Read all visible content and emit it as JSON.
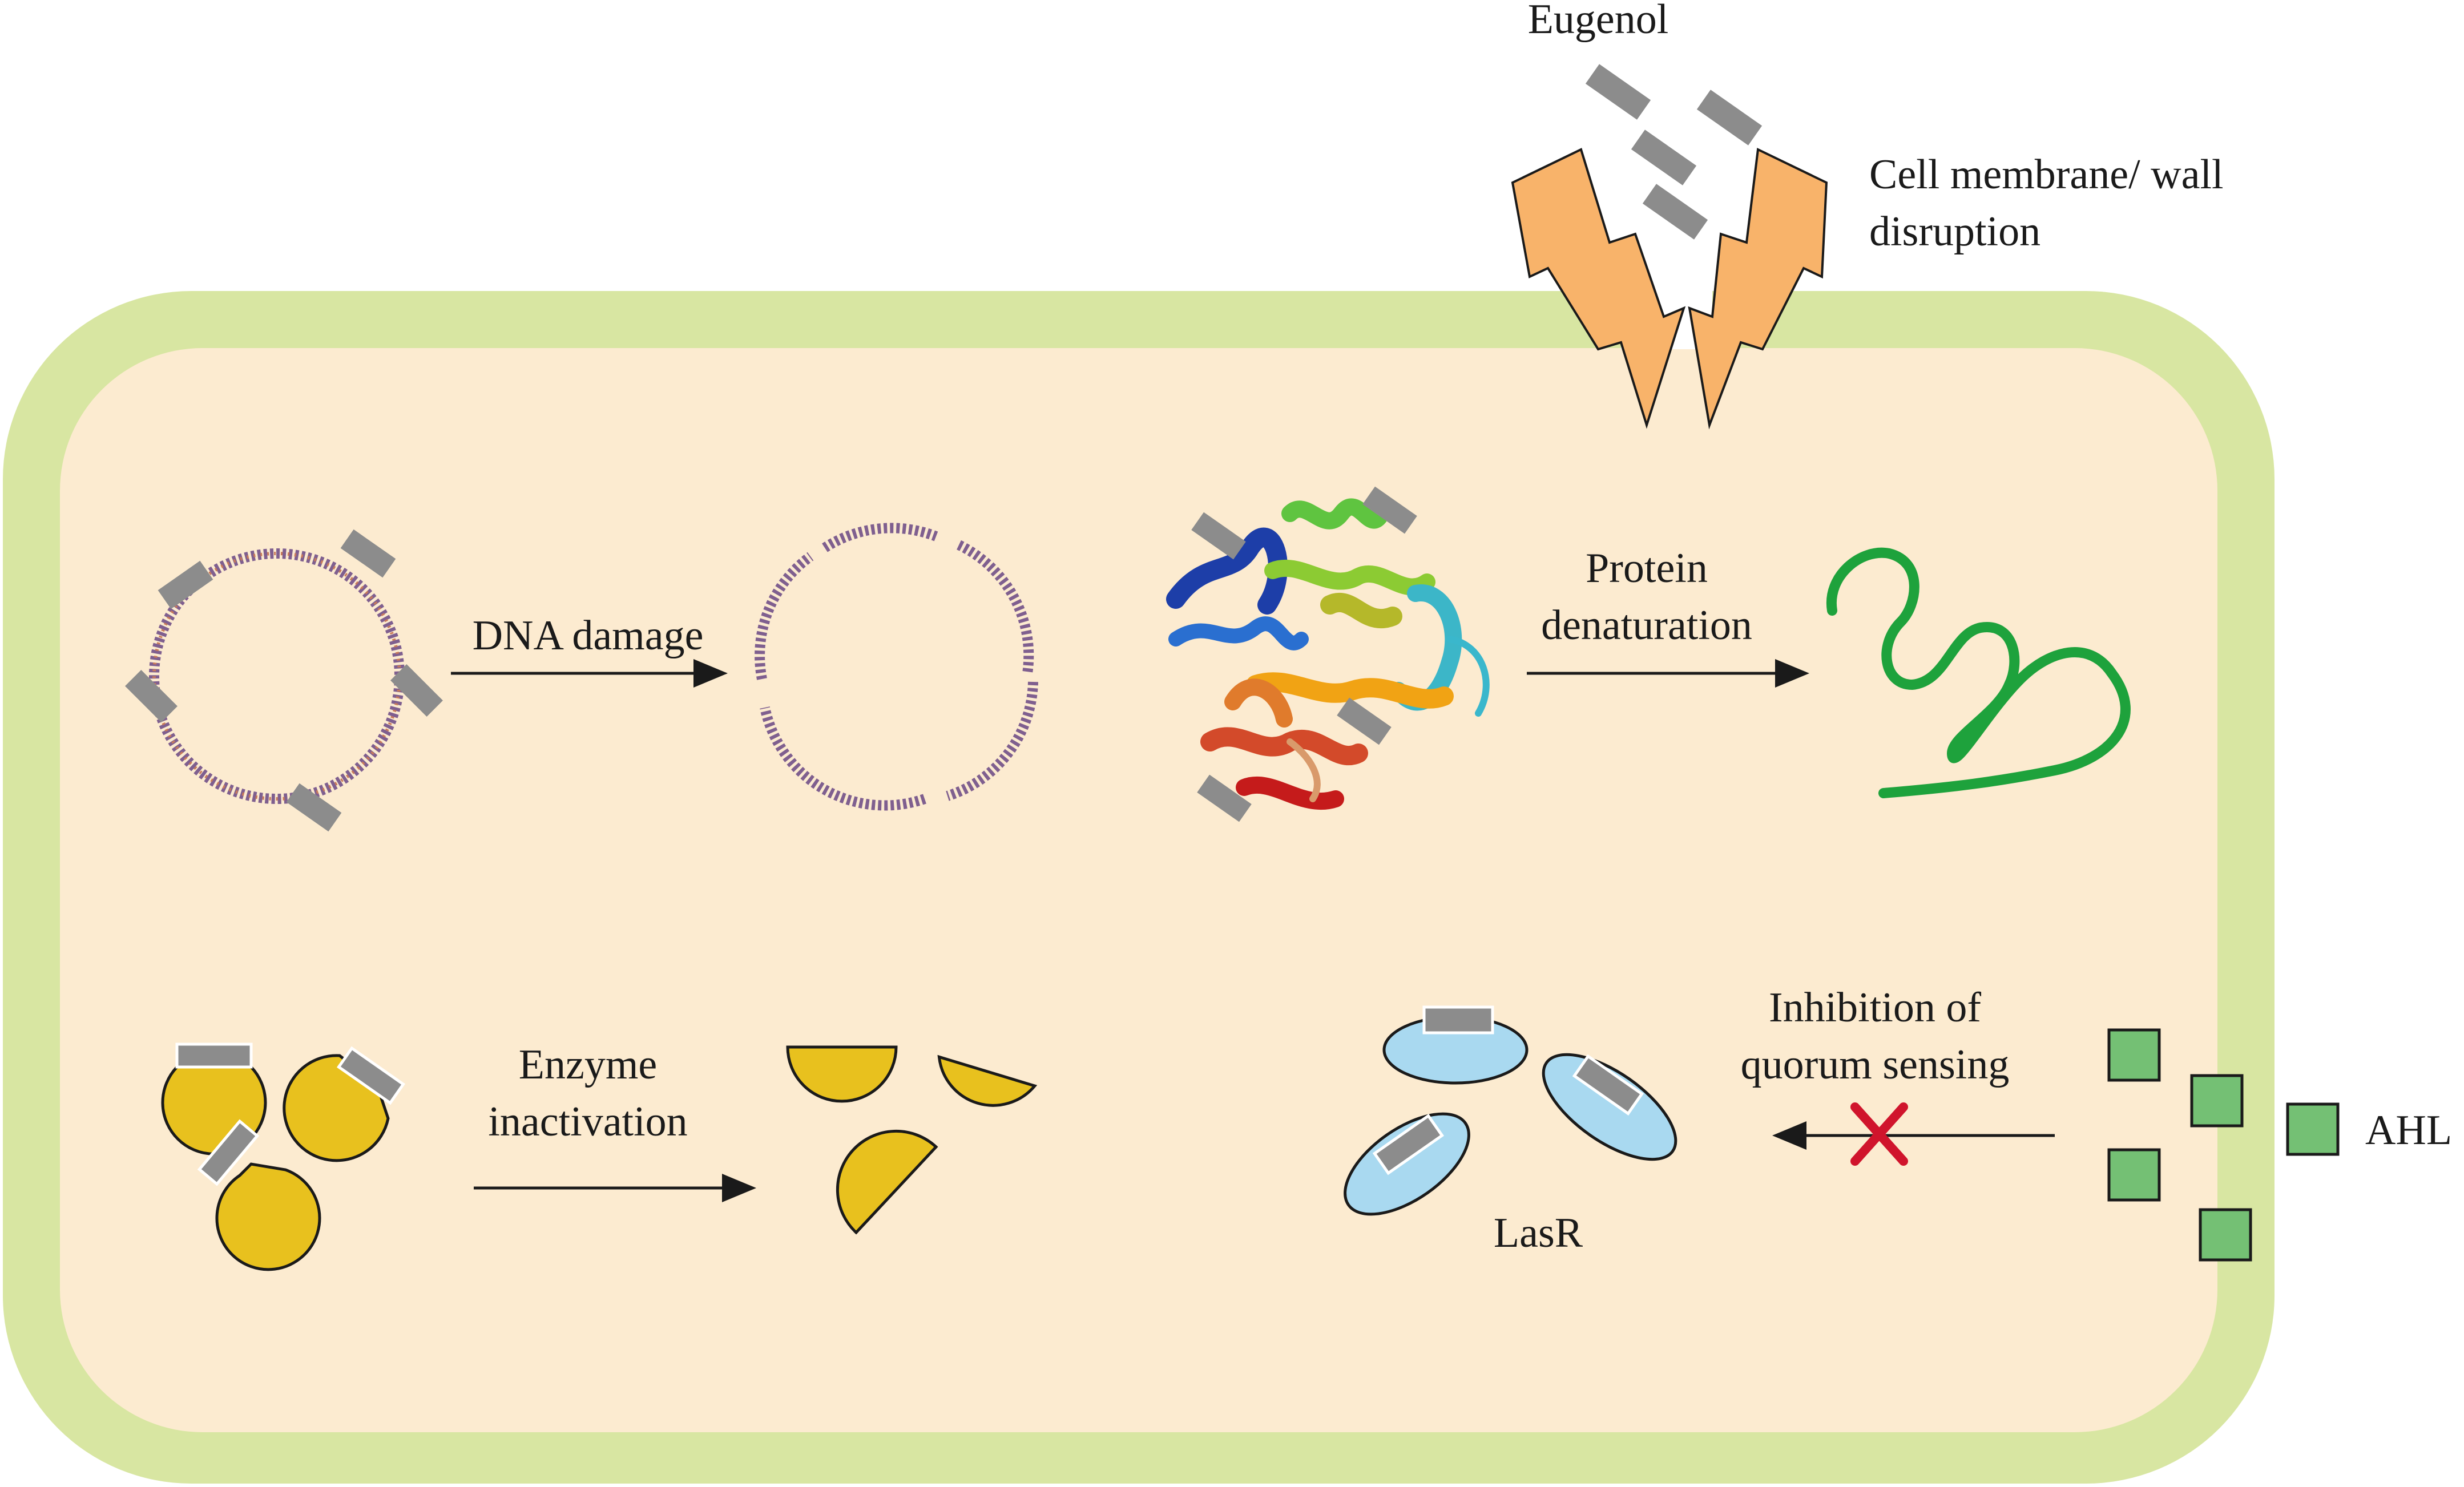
{
  "labels": {
    "eugenol": "Eugenol",
    "membrane_line1": "Cell membrane/ wall",
    "membrane_line2": "disruption",
    "dna_damage": "DNA damage",
    "protein_line1": "Protein",
    "protein_line2": "denaturation",
    "enzyme_line1": "Enzyme",
    "enzyme_line2": "inactivation",
    "quorum_line1": "Inhibition of",
    "quorum_line2": "quorum sensing",
    "lasr": "LasR",
    "ahl": "AHL"
  },
  "colors": {
    "cell_wall": "#d8e6a2",
    "cytoplasm": "#fcebd0",
    "eugenol_block": "#8c8c8c",
    "lightning": "#f8b36a",
    "dna": "#7f5f8f",
    "enzyme": "#e8c11e",
    "lasr": "#a9d9f0",
    "ahl": "#74c074",
    "denatured_protein": "#1ea23c",
    "inhibition_cross": "#d0142c"
  }
}
